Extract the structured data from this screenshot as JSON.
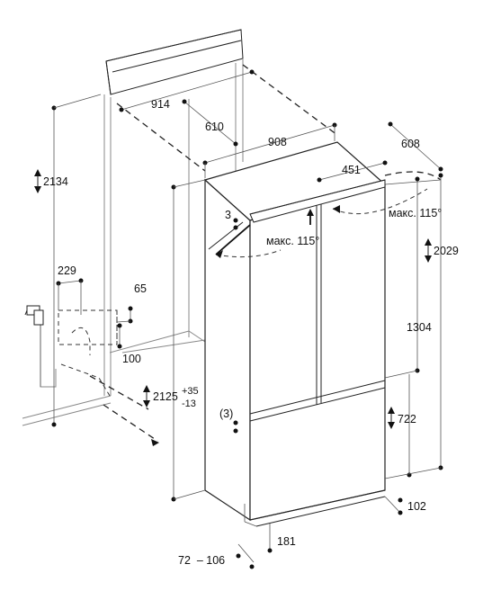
{
  "dimensions": {
    "niche_width": "914",
    "cutout_width": "610",
    "appliance_width": "908",
    "top_depth": "451",
    "side_depth": "608",
    "niche_height": "2134",
    "top_gap": "3",
    "door_angle_right": "макс. 115°",
    "door_angle_left": "макс. 115°",
    "body_height": "2029",
    "upper_door": "1304",
    "lower_drawer": "722",
    "supply_offset": "229",
    "supply_height": "65",
    "supply_depth": "100",
    "installed_height": "2125",
    "tol_plus": "+35",
    "tol_minus": "-13",
    "drawer_gap": "(3)",
    "plinth": "102",
    "side_offset": "181",
    "plinth_range": "72  – 106"
  }
}
